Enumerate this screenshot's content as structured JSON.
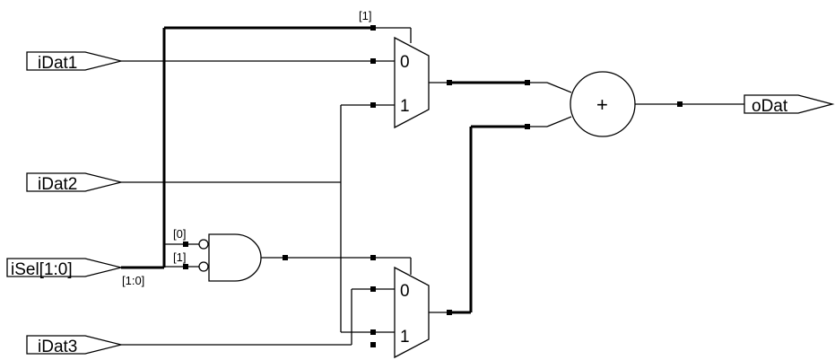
{
  "ports": {
    "in1": "iDat1",
    "in2": "iDat2",
    "sel": "iSel[1:0]",
    "in3": "iDat3",
    "out": "oDat"
  },
  "mux_top": {
    "in0": "0",
    "in1": "1"
  },
  "mux_bottom": {
    "in0": "0",
    "in1": "1"
  },
  "adder": {
    "symbol": "+"
  },
  "bit_labels": {
    "top_sel": "[1]",
    "and_in0": "[0]",
    "and_in1": "[1]",
    "sel_bus": "[1:0]"
  }
}
